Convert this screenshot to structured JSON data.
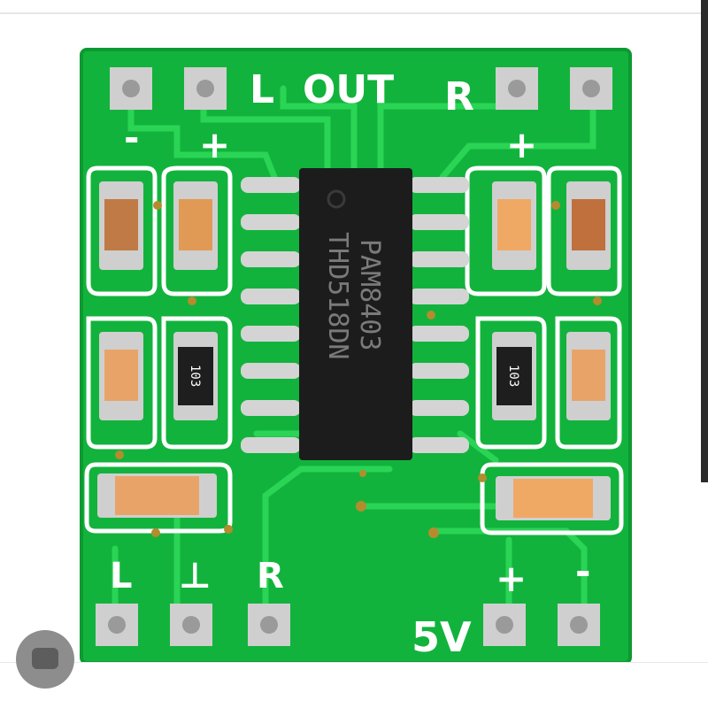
{
  "silkscreen": {
    "top_left_label": "L",
    "top_center_label": "OUT",
    "top_right_label": "R",
    "plus_left": "+",
    "minus_left": "-",
    "plus_right": "+",
    "bottom_left_label": "L",
    "bottom_ground_label": "⊥",
    "bottom_right_label": "R",
    "bottom_plus": "+",
    "bottom_minus": "-",
    "voltage_label": "5V"
  },
  "chip": {
    "line1": "PAM8403",
    "line2": "THD518DN"
  },
  "resistors": {
    "left_code": "103",
    "right_code": "103"
  },
  "colors": {
    "board": "#12b33c",
    "trace": "#22cc4f",
    "silkscreen": "#ffffff",
    "chip": "#1c1c1c",
    "capacitor": "#d98d4f",
    "pad": "#c9c9c9"
  }
}
